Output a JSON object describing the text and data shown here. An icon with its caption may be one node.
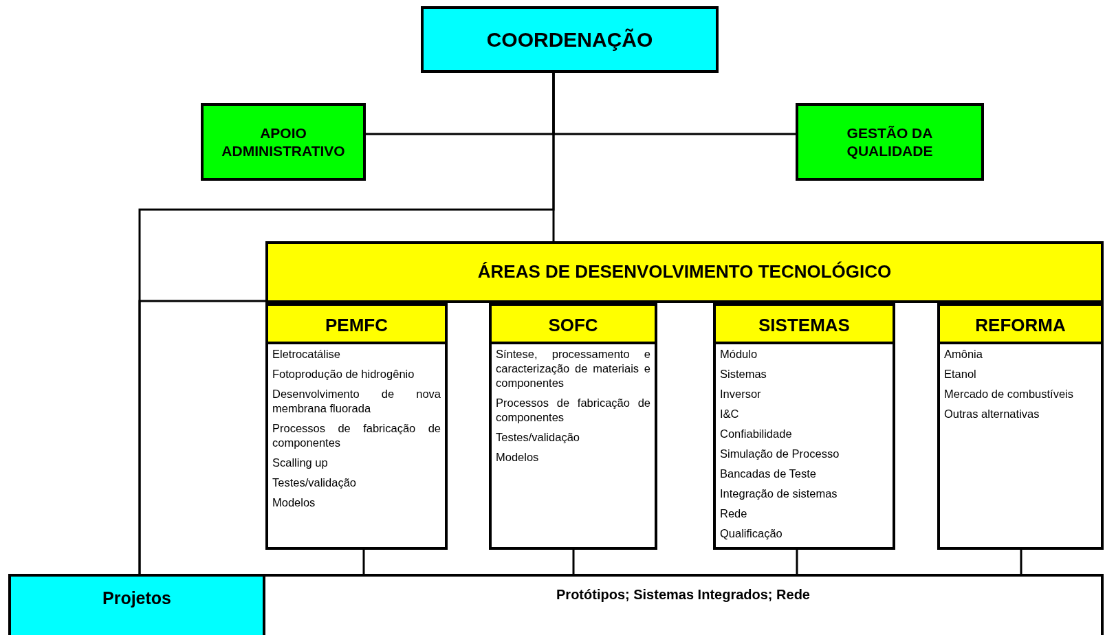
{
  "diagram": {
    "nodes": [
      {
        "text": [
          "COORDENAÇÃO"
        ]
      },
      {
        "text": [
          "APOIO ADMINISTRATIVO"
        ]
      },
      {
        "text": [
          "GESTÃO DA QUALIDADE"
        ]
      },
      {
        "text": [
          "ÁREAS DE DESENVOLVIMENTO TECNOLÓGICO"
        ]
      },
      {
        "text": [
          "PEMFC",
          "Eletrocatálise",
          "Fotoprodução de hidrogênio",
          "Desenvolvimento de nova membrana fluorada",
          "Processos de fabricação de componentes",
          "Scalling up",
          "Testes/validação",
          "Modelos"
        ]
      },
      {
        "text": [
          "SOFC",
          "Síntese, processamento e caracterização de materiais e componentes",
          "Processos de fabricação de componentes",
          "Testes/validação",
          "Modelos"
        ]
      },
      {
        "text": [
          "SISTEMAS",
          "Módulo",
          "Sistemas",
          "Inversor",
          "I&C",
          "Confiabilidade",
          "Simulação de Processo",
          "Bancadas de Teste",
          "Integração de sistemas",
          "Rede",
          "Qualificação"
        ]
      },
      {
        "text": [
          "REFORMA",
          "Amônia",
          "Etanol",
          "Mercado de combustíveis",
          "Outras alternativas"
        ]
      },
      {
        "text": [
          "Projetos"
        ]
      },
      {
        "text": [
          "Protótipos; Sistemas Integrados; Rede"
        ]
      }
    ],
    "edges": [
      {
        "from": 0,
        "to": 1,
        "arrow": "none"
      },
      {
        "from": 0,
        "to": 2,
        "arrow": "none"
      },
      {
        "from": 0,
        "to": 3,
        "arrow": "none"
      },
      {
        "from": 0,
        "to": 8,
        "arrow": "none"
      },
      {
        "from": 3,
        "to": 8,
        "arrow": "none"
      },
      {
        "from": 4,
        "to": 9,
        "arrow": "none"
      },
      {
        "from": 5,
        "to": 9,
        "arrow": "none"
      },
      {
        "from": 6,
        "to": 9,
        "arrow": "none"
      },
      {
        "from": 7,
        "to": 9,
        "arrow": "none"
      }
    ]
  }
}
